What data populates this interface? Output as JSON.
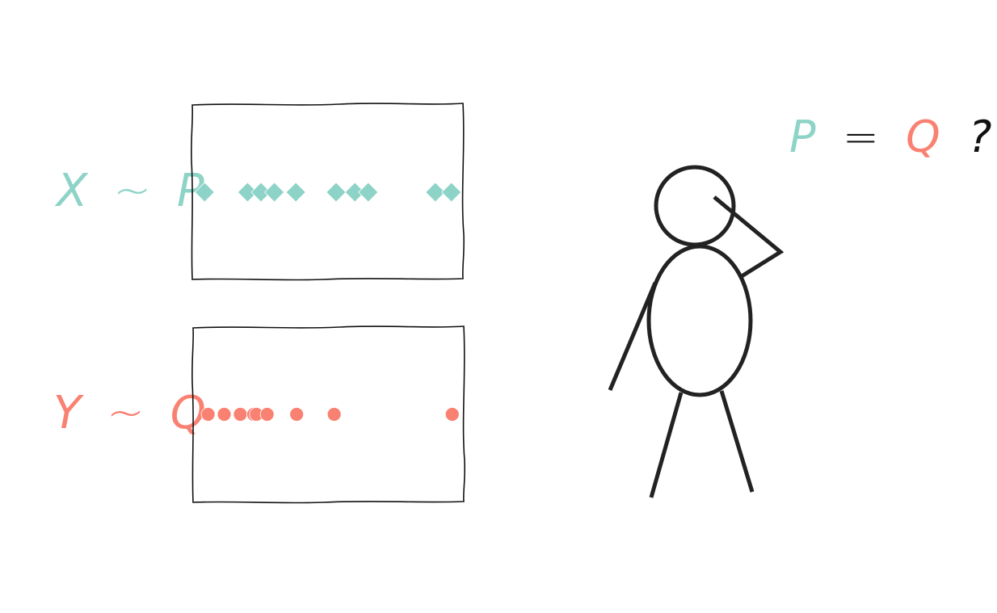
{
  "colors": {
    "p": "#8ed3c7",
    "q": "#f98172",
    "ink": "#222222"
  },
  "label_x": {
    "var": "X",
    "tilde": "~",
    "dist": "P"
  },
  "label_y": {
    "var": "Y",
    "tilde": "~",
    "dist": "Q"
  },
  "question": {
    "left": "P",
    "eq": "=",
    "right": "Q",
    "mark": "?"
  },
  "chart_data": [
    {
      "type": "scatter",
      "marker": "diamond",
      "color": "#8ed3c7",
      "xlim": [
        0,
        1
      ],
      "x": [
        0.04,
        0.2,
        0.25,
        0.3,
        0.38,
        0.53,
        0.6,
        0.65,
        0.9,
        0.96
      ]
    },
    {
      "type": "scatter",
      "marker": "circle",
      "color": "#f98172",
      "xlim": [
        0,
        1
      ],
      "x": [
        0.05,
        0.11,
        0.17,
        0.22,
        0.23,
        0.27,
        0.38,
        0.52,
        0.96
      ]
    }
  ]
}
